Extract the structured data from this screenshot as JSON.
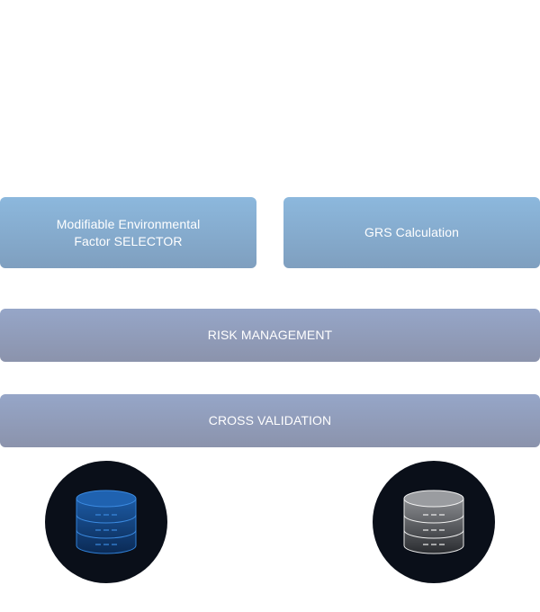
{
  "diagram": {
    "boxes": {
      "factor_selector": "Modifiable Environmental\nFactor SELECTOR",
      "grs_calculation": "GRS Calculation",
      "risk_management": "RISK MANAGEMENT",
      "cross_validation": "CROSS VALIDATION"
    },
    "databases": [
      {
        "icon": "database-icon",
        "color": "#1f5fa8"
      },
      {
        "icon": "database-icon",
        "color": "#8a8d92"
      }
    ]
  },
  "colors": {
    "top_box": "#86aed3",
    "wide_box": "#919db9",
    "circle": "#0a0f19"
  }
}
